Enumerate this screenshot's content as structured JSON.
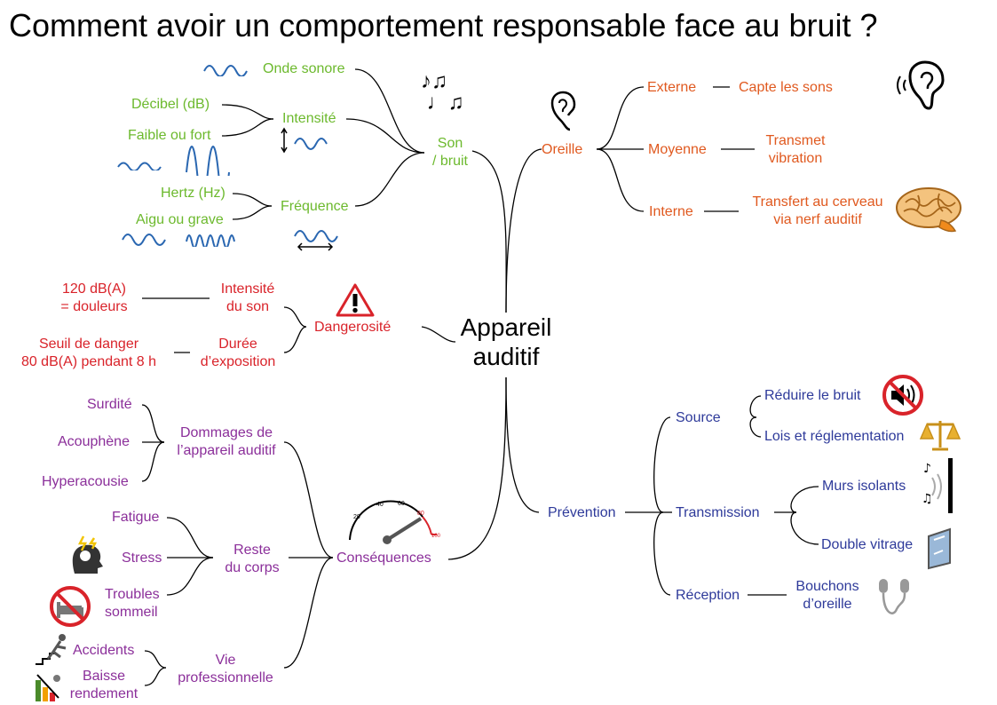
{
  "title": "Comment avoir un comportement responsable face au bruit ?",
  "center": {
    "line1": "Appareil",
    "line2": "auditif"
  },
  "son": {
    "label_l1": "Son",
    "label_l2": "/ bruit",
    "onde": "Onde sonore",
    "intensite": "Intensité",
    "decibel": "Décibel (dB)",
    "faible": "Faible ou fort",
    "frequence": "Fréquence",
    "hertz": "Hertz (Hz)",
    "aigu": "Aigu ou grave",
    "color": "#6cb92d"
  },
  "oreille": {
    "label": "Oreille",
    "externe": "Externe",
    "externe_desc": "Capte les sons",
    "moyenne": "Moyenne",
    "moyenne_l1": "Transmet",
    "moyenne_l2": "vibration",
    "interne": "Interne",
    "interne_l1": "Transfert au cerveau",
    "interne_l2": "via nerf auditif",
    "color": "#e0591f"
  },
  "danger": {
    "label": "Dangerosité",
    "int_l1": "Intensité",
    "int_l2": "du son",
    "val_l1": "120 dB(A)",
    "val_l2": "= douleurs",
    "duree_l1": "Durée",
    "duree_l2": "d’exposition",
    "seuil_l1": "Seuil de danger",
    "seuil_l2": "80 dB(A) pendant 8 h",
    "color": "#d9232a"
  },
  "consequences": {
    "label": "Conséquences",
    "dommages_l1": "Dommages de",
    "dommages_l2": "l’appareil auditif",
    "surdite": "Surdité",
    "acouphene": "Acouphène",
    "hyperacousie": "Hyperacousie",
    "reste_l1": "Reste",
    "reste_l2": "du corps",
    "fatigue": "Fatigue",
    "stress": "Stress",
    "troubles_l1": "Troubles",
    "troubles_l2": "sommeil",
    "vie_l1": "Vie",
    "vie_l2": "professionnelle",
    "accidents": "Accidents",
    "baisse_l1": "Baisse",
    "baisse_l2": "rendement",
    "gauge_ticks": [
      "20",
      "40",
      "60",
      "80",
      "100"
    ],
    "color": "#8b2f9a"
  },
  "prevention": {
    "label": "Prévention",
    "source": "Source",
    "reduire": "Réduire le bruit",
    "lois": "Lois et réglementation",
    "transmission": "Transmission",
    "murs": "Murs isolants",
    "vitrage": "Double vitrage",
    "reception": "Réception",
    "bouchons_l1": "Bouchons",
    "bouchons_l2": "d’oreille",
    "color": "#2e3a9a"
  }
}
